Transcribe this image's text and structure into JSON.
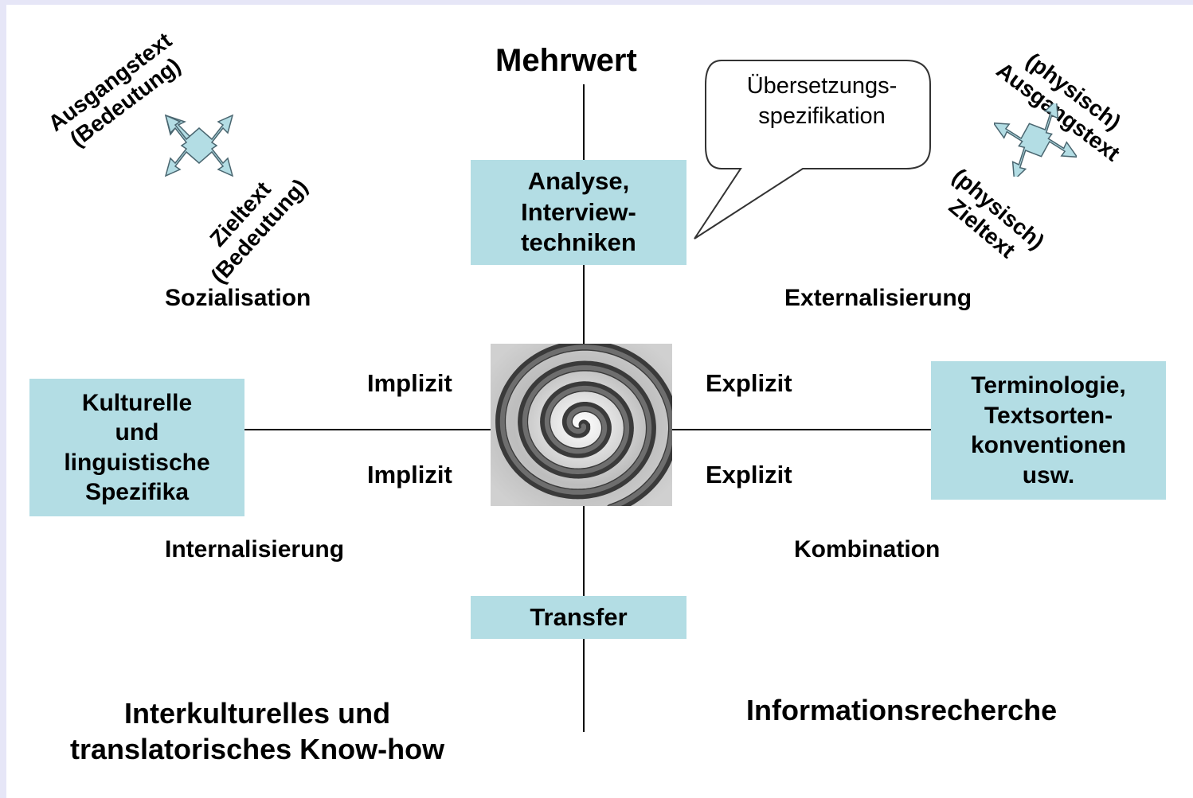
{
  "title": "Mehrwert",
  "quadrants": {
    "top_left": "Sozialisation",
    "top_right": "Externalisierung",
    "bottom_left": "Internalisierung",
    "bottom_right": "Kombination"
  },
  "axis_labels": {
    "implicit_upper": "Implizit",
    "implicit_lower": "Implizit",
    "explicit_upper": "Explizit",
    "explicit_lower": "Explizit"
  },
  "boxes": {
    "top": "Analyse,\nInterview-\ntechniken",
    "left": "Kulturelle\nund\nlinguistische\nSpezifika",
    "right": "Terminologie,\nTextsorten-\nkonventionen\nusw.",
    "bottom": "Transfer"
  },
  "callout": "Übersetzungs-\nspezifikation",
  "rotated_labels": {
    "source_meaning": "Ausgangstext\n(Bedeutung)",
    "target_meaning": "Zieltext\n(Bedeutung)",
    "source_physical": "(physisch)\nAusgangstext",
    "target_physical": "(physisch)\nZieltext"
  },
  "footer": {
    "left": "Interkulturelles und\ntranslatorisches Know-how",
    "right": "Informationsrecherche"
  },
  "colors": {
    "box_fill": "#b3dde4",
    "arrow_fill": "#b3dde4",
    "background_border": "#e6e6f7"
  }
}
